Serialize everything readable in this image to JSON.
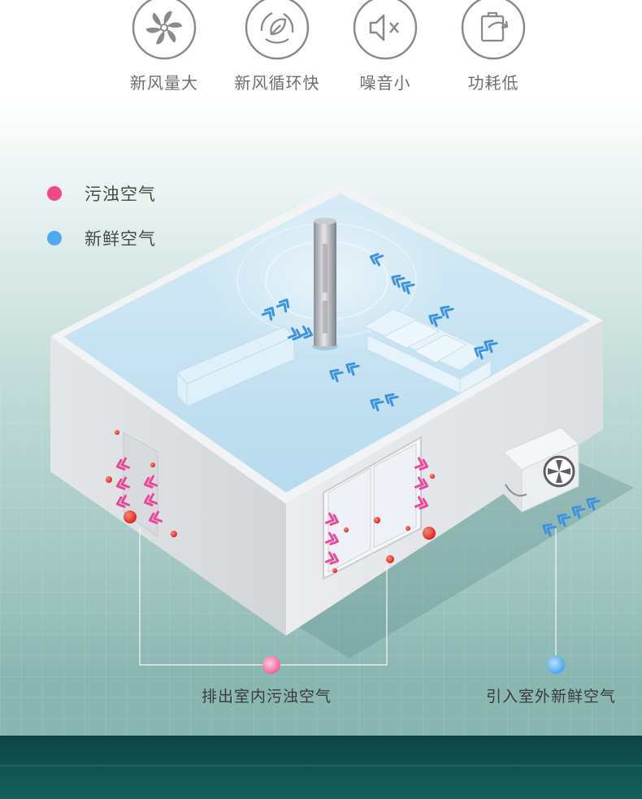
{
  "features": [
    {
      "label": "新风量大",
      "icon": "fan-icon"
    },
    {
      "label": "新风循环快",
      "icon": "leaf-cycle-icon"
    },
    {
      "label": "噪音小",
      "icon": "mute-speaker-icon"
    },
    {
      "label": "功耗低",
      "icon": "battery-recycle-icon"
    }
  ],
  "legend": {
    "polluted": {
      "label": "污浊空气",
      "color": "#ef4a86"
    },
    "fresh": {
      "label": "新鲜空气",
      "color": "#4fa8f2"
    }
  },
  "callouts": {
    "exhaust": {
      "label": "排出室内污浊空气"
    },
    "intake": {
      "label": "引入室外新鲜空气"
    }
  },
  "colors": {
    "polluted_arrow": "#f0469a",
    "fresh_arrow": "#3e93e0",
    "pollutant_particle": "#e52a2a",
    "bottom_band": "#0f4e4c"
  }
}
